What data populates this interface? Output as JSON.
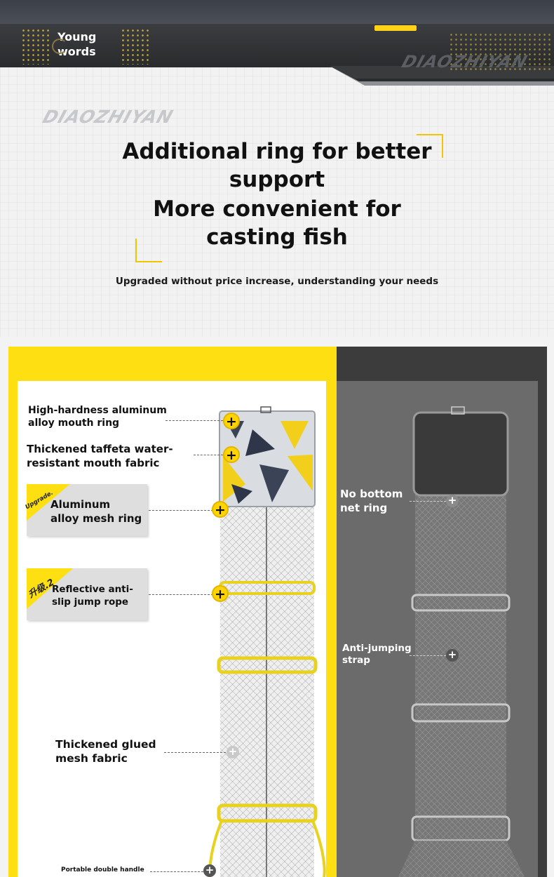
{
  "brand": {
    "logo_text_line1": "Young",
    "logo_text_line2": "words",
    "watermark": "DIAOZHIYAN"
  },
  "hero": {
    "headline_line1": "Additional ring for better",
    "headline_line2": "support",
    "headline_line3": "More convenient for",
    "headline_line4": "casting fish",
    "subline": "Upgraded without price increase, understanding your needs"
  },
  "left_product": {
    "labels": {
      "mouth_ring_line1": "High-hardness aluminum",
      "mouth_ring_line2": "alloy mouth ring",
      "mouth_fabric_line1": "Thickened taffeta water-",
      "mouth_fabric_line2": "resistant mouth fabric",
      "mesh_ring_line1": "Aluminum",
      "mesh_ring_line2": "alloy mesh ring",
      "jump_rope_line1": "Reflective anti-",
      "jump_rope_line2": "slip jump rope",
      "glued_mesh_line1": "Thickened glued",
      "glued_mesh_line2": "mesh fabric",
      "handle": "Portable double handle"
    },
    "badges": {
      "upgrade_1": "Upgrade.",
      "upgrade_2": "升级.2"
    },
    "plus_symbol": "+"
  },
  "right_product": {
    "labels": {
      "no_bottom_line1": "No bottom",
      "no_bottom_line2": "net ring",
      "anti_jump_line1": "Anti-jumping",
      "anti_jump_line2": "strap"
    },
    "plus_symbol": "+"
  },
  "colors": {
    "accent_yellow": "#fddf12",
    "dark_panel": "#3c3c3c",
    "gray_panel": "#6b6b6b"
  }
}
